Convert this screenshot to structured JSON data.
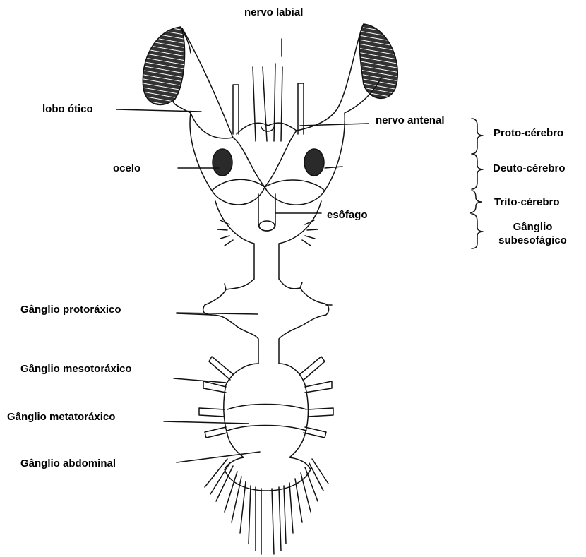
{
  "labels": {
    "nervo_labial": "nervo labial",
    "lobo_otico": "lobo ótico",
    "nervo_antenal": "nervo antenal",
    "ocelo": "ocelo",
    "esofago": "esôfago",
    "proto_cerebro": "Proto-cérebro",
    "deuto_cerebro": "Deuto-cérebro",
    "trito_cerebro": "Trito-cérebro",
    "ganglio_subesofagico_line1": "Gânglio",
    "ganglio_subesofagico_line2": "subesofágico",
    "ganglio_protoraxico": "Gânglio protoráxico",
    "ganglio_mesotoraxico": "Gânglio mesotoráxico",
    "ganglio_metatoraxico": "Gânglio metatoráxico",
    "ganglio_abdominal": "Gânglio abdominal"
  },
  "colors": {
    "ink": "#111111",
    "eye_fill": "#2a2a2a",
    "background": "#ffffff"
  }
}
